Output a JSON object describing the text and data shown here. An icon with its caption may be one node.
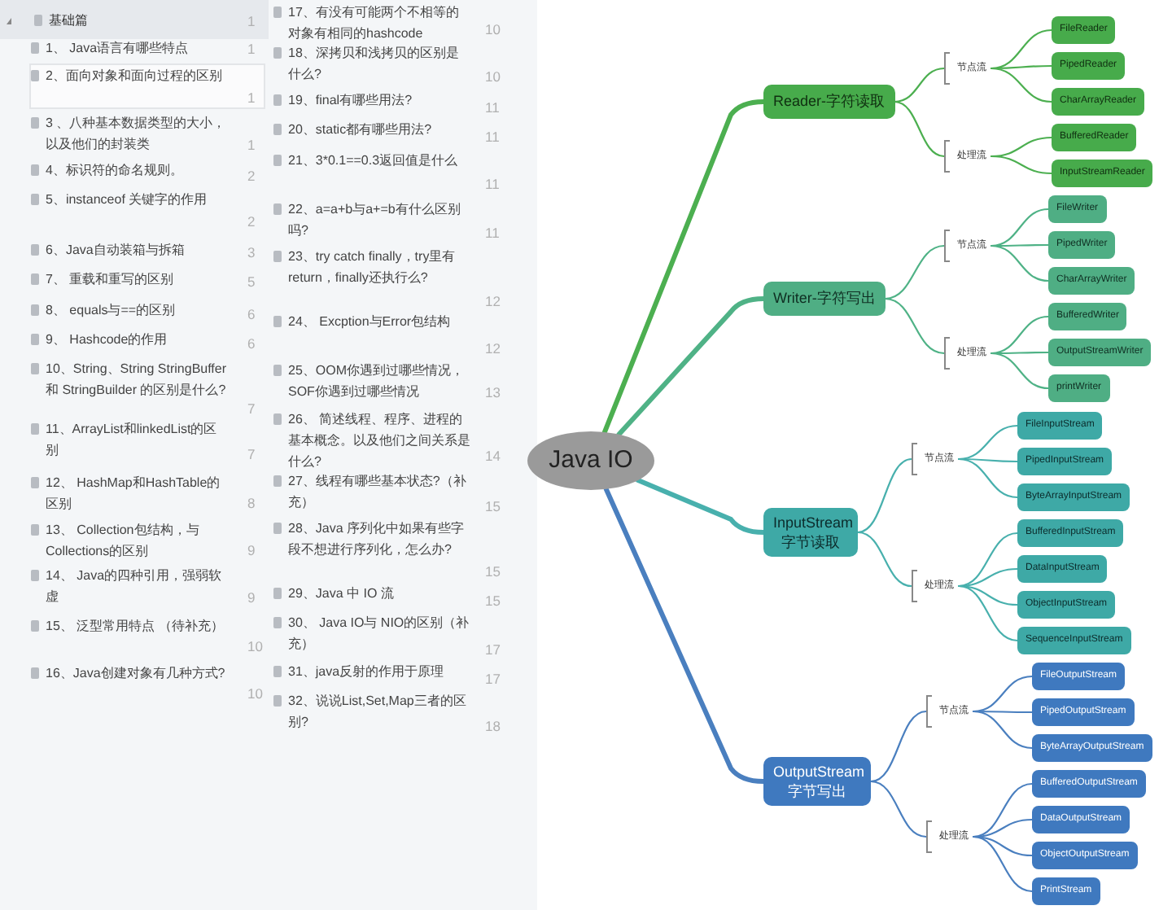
{
  "diagram": {
    "nodes": [
      {
        "text": [
          "Java IO"
        ]
      },
      {
        "text": [
          "Reader-字符读取"
        ]
      },
      {
        "text": [
          "节点流"
        ]
      },
      {
        "text": [
          "FileReader"
        ]
      },
      {
        "text": [
          "PipedReader"
        ]
      },
      {
        "text": [
          "CharArrayReader"
        ]
      },
      {
        "text": [
          "处理流"
        ]
      },
      {
        "text": [
          "BufferedReader"
        ]
      },
      {
        "text": [
          "InputStreamReader"
        ]
      },
      {
        "text": [
          "Writer-字符写出"
        ]
      },
      {
        "text": [
          "节点流"
        ]
      },
      {
        "text": [
          "FileWriter"
        ]
      },
      {
        "text": [
          "PipedWriter"
        ]
      },
      {
        "text": [
          "CharArrayWriter"
        ]
      },
      {
        "text": [
          "处理流"
        ]
      },
      {
        "text": [
          "BufferedWriter"
        ]
      },
      {
        "text": [
          "OutputStreamWriter"
        ]
      },
      {
        "text": [
          "printWriter"
        ]
      },
      {
        "text": [
          "InputStream 字节读取"
        ]
      },
      {
        "text": [
          "节点流"
        ]
      },
      {
        "text": [
          "FileInputStream"
        ]
      },
      {
        "text": [
          "PipedInputStream"
        ]
      },
      {
        "text": [
          "ByteArrayInputStream"
        ]
      },
      {
        "text": [
          "处理流"
        ]
      },
      {
        "text": [
          "BufferedInputStream"
        ]
      },
      {
        "text": [
          "DataInputStream"
        ]
      },
      {
        "text": [
          "ObjectInputStream"
        ]
      },
      {
        "text": [
          "SequenceInputStream"
        ]
      },
      {
        "text": [
          "OutputStream 字节写出"
        ]
      },
      {
        "text": [
          "节点流"
        ]
      },
      {
        "text": [
          "FileOutputStream"
        ]
      },
      {
        "text": [
          "PipedOutputStream"
        ]
      },
      {
        "text": [
          "ByteArrayOutputStream"
        ]
      },
      {
        "text": [
          "处理流"
        ]
      },
      {
        "text": [
          "BufferedOutputStream"
        ]
      },
      {
        "text": [
          "DataOutputStream"
        ]
      },
      {
        "text": [
          "ObjectOutputStream"
        ]
      },
      {
        "text": [
          "PrintStream"
        ]
      }
    ],
    "edges": [
      {
        "from": 0,
        "to": 1,
        "arrow": "none",
        "style": "thick",
        "color": "#4caf50"
      },
      {
        "from": 0,
        "to": 9,
        "arrow": "none",
        "style": "thick",
        "color": "#4fb286"
      },
      {
        "from": 0,
        "to": 18,
        "arrow": "none",
        "style": "thick",
        "color": "#48b0ad"
      },
      {
        "from": 0,
        "to": 28,
        "arrow": "none",
        "style": "thick",
        "color": "#4a7fbf"
      },
      {
        "from": 1,
        "to": 2,
        "arrow": "none",
        "color": "#4caf50"
      },
      {
        "from": 1,
        "to": 6,
        "arrow": "none",
        "color": "#4caf50"
      },
      {
        "from": 2,
        "to": 3,
        "arrow": "none",
        "color": "#4caf50"
      },
      {
        "from": 2,
        "to": 4,
        "arrow": "none",
        "color": "#4caf50"
      },
      {
        "from": 2,
        "to": 5,
        "arrow": "none",
        "color": "#4caf50"
      },
      {
        "from": 6,
        "to": 7,
        "arrow": "none",
        "color": "#4caf50"
      },
      {
        "from": 6,
        "to": 8,
        "arrow": "none",
        "color": "#4caf50"
      },
      {
        "from": 9,
        "to": 10,
        "arrow": "none",
        "color": "#4fb286"
      },
      {
        "from": 9,
        "to": 14,
        "arrow": "none",
        "color": "#4fb286"
      },
      {
        "from": 10,
        "to": 11,
        "arrow": "none",
        "color": "#4fb286"
      },
      {
        "from": 10,
        "to": 12,
        "arrow": "none",
        "color": "#4fb286"
      },
      {
        "from": 10,
        "to": 13,
        "arrow": "none",
        "color": "#4fb286"
      },
      {
        "from": 14,
        "to": 15,
        "arrow": "none",
        "color": "#4fb286"
      },
      {
        "from": 14,
        "to": 16,
        "arrow": "none",
        "color": "#4fb286"
      },
      {
        "from": 14,
        "to": 17,
        "arrow": "none",
        "color": "#4fb286"
      },
      {
        "from": 18,
        "to": 19,
        "arrow": "none",
        "color": "#48b0ad"
      },
      {
        "from": 18,
        "to": 23,
        "arrow": "none",
        "color": "#48b0ad"
      },
      {
        "from": 19,
        "to": 20,
        "arrow": "none",
        "color": "#48b0ad"
      },
      {
        "from": 19,
        "to": 21,
        "arrow": "none",
        "color": "#48b0ad"
      },
      {
        "from": 19,
        "to": 22,
        "arrow": "none",
        "color": "#48b0ad"
      },
      {
        "from": 23,
        "to": 24,
        "arrow": "none",
        "color": "#48b0ad"
      },
      {
        "from": 23,
        "to": 25,
        "arrow": "none",
        "color": "#48b0ad"
      },
      {
        "from": 23,
        "to": 26,
        "arrow": "none",
        "color": "#48b0ad"
      },
      {
        "from": 23,
        "to": 27,
        "arrow": "none",
        "color": "#48b0ad"
      },
      {
        "from": 28,
        "to": 29,
        "arrow": "none",
        "color": "#4a7fbf"
      },
      {
        "from": 28,
        "to": 33,
        "arrow": "none",
        "color": "#4a7fbf"
      },
      {
        "from": 29,
        "to": 30,
        "arrow": "none",
        "color": "#4a7fbf"
      },
      {
        "from": 29,
        "to": 31,
        "arrow": "none",
        "color": "#4a7fbf"
      },
      {
        "from": 29,
        "to": 32,
        "arrow": "none",
        "color": "#4a7fbf"
      },
      {
        "from": 33,
        "to": 34,
        "arrow": "none",
        "color": "#4a7fbf"
      },
      {
        "from": 33,
        "to": 35,
        "arrow": "none",
        "color": "#4a7fbf"
      },
      {
        "from": 33,
        "to": 36,
        "arrow": "none",
        "color": "#4a7fbf"
      },
      {
        "from": 33,
        "to": 37,
        "arrow": "none",
        "color": "#4a7fbf"
      }
    ],
    "labels": [
      "基础篇",
      "1",
      "1、 Java语言有哪些特点",
      "1",
      "2、面向对象和面向过程的区别",
      "1",
      "3 、八种基本数据类型的大小，以及他们的封装类",
      "1",
      "4、标识符的命名规则。",
      "2",
      "5、instanceof 关键字的作用",
      "2",
      "6、Java自动装箱与拆箱",
      "3",
      "7、 重载和重写的区别",
      "5",
      "8、 equals与==的区别",
      "6",
      "9、 Hashcode的作用",
      "6",
      "10、String、String StringBuffer 和 StringBuilder 的区别是什么?",
      "7",
      "11、ArrayList和linkedList的区别",
      "7",
      "12、 HashMap和HashTable的区别",
      "8",
      "13、 Collection包结构，与Collections的区别",
      "9",
      "14、 Java的四种引用，强弱软虚",
      "9",
      "15、 泛型常用特点 （待补充）",
      "10",
      "16、Java创建对象有几种方式?",
      "10",
      "17、有没有可能两个不相等的对象有相同的hashcode",
      "10",
      "18、深拷贝和浅拷贝的区别是什么?",
      "10",
      "19、final有哪些用法?",
      "11",
      "20、static都有哪些用法?",
      "11",
      "21、3*0.1==0.3返回值是什么",
      "11",
      "22、a=a+b与a+=b有什么区别吗?",
      "11",
      "23、try catch finally，try里有return，finally还执行么?",
      "12",
      "24、 Excption与Error包结构",
      "12",
      "25、OOM你遇到过哪些情况，SOF你遇到过哪些情况",
      "13",
      "26、 简述线程、程序、进程的基本概念。以及他们之间关系是什么?",
      "14",
      "27、线程有哪些基本状态?（补充）",
      "15",
      "28、Java 序列化中如果有些字段不想进行序列化，怎么办?",
      "15",
      "29、Java 中 IO 流",
      "15",
      "30、 Java IO与 NIO的区别（补充）",
      "17",
      "31、java反射的作用于原理",
      "17",
      "32、说说List,Set,Map三者的区别?",
      "18"
    ]
  }
}
